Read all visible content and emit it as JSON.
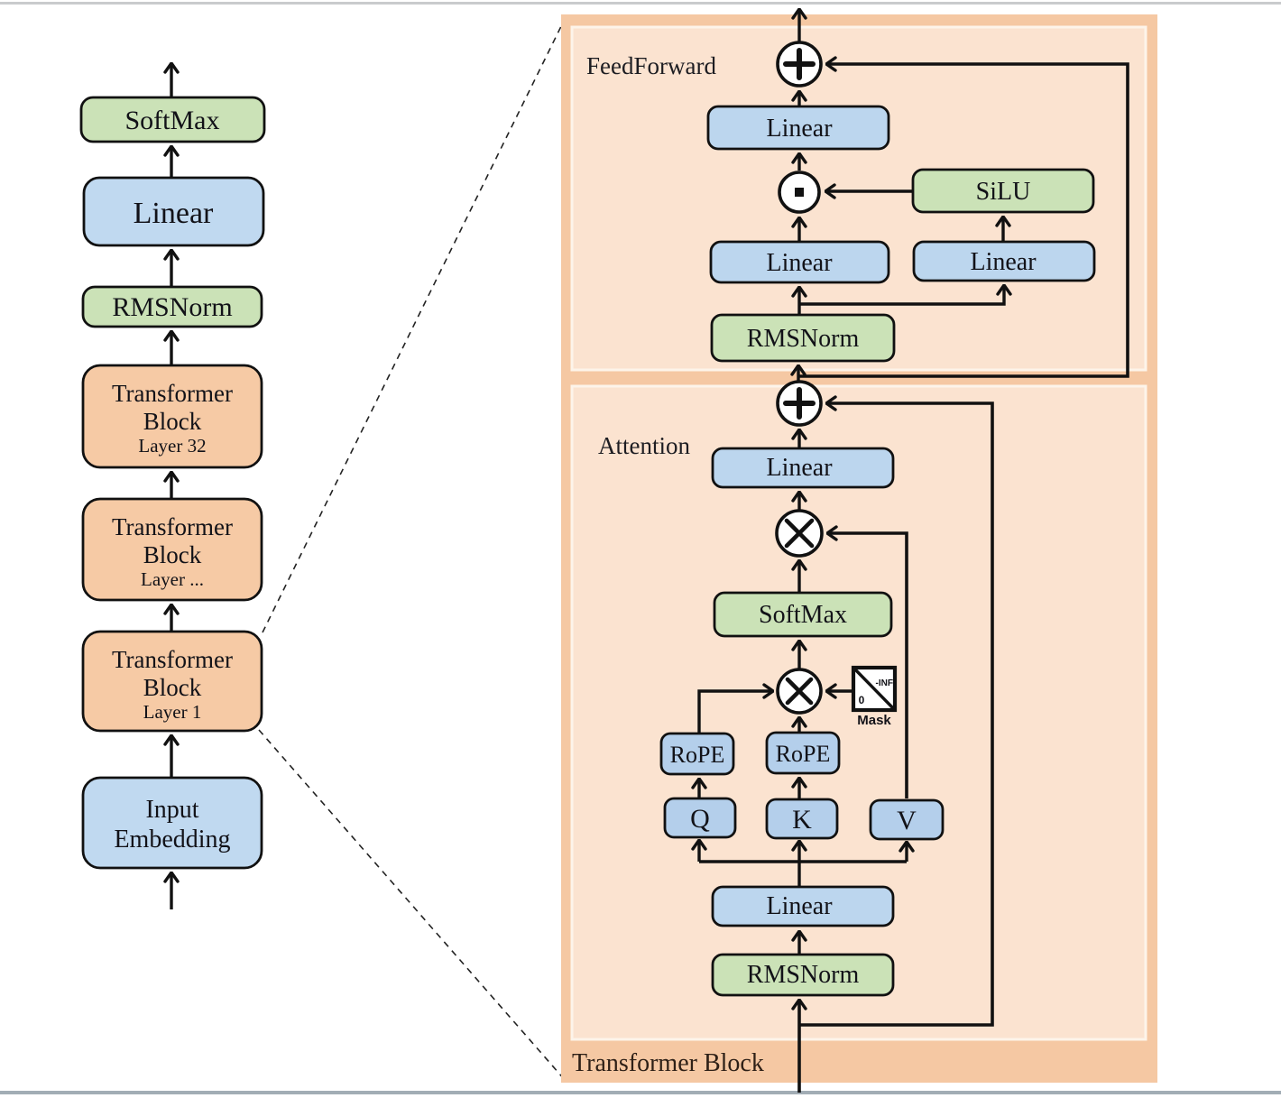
{
  "palette": {
    "page_bg": "#ffffff",
    "border_top": "#c9cbcd",
    "border_bottom": "#a2adb5",
    "panel_orange": "#f5c8a3",
    "panel_inner": "#fbe3d0",
    "panel_inner_edge": "#fdf4ea",
    "box_blue": "#c0d9f0",
    "box_blue_right": "#bcd6ee",
    "box_blue_small": "#b4cfeb",
    "box_green": "#cbe2b7",
    "box_orange": "#f6caa5",
    "node_fill": "#ffffff",
    "line": "#111111"
  },
  "left_column": {
    "softmax": "SoftMax",
    "linear": "Linear",
    "rmsnorm": "RMSNorm",
    "block_top": {
      "line1": "Transformer",
      "line2": "Block",
      "layer": "Layer 32"
    },
    "block_mid": {
      "line1": "Transformer",
      "line2": "Block",
      "layer": "Layer ..."
    },
    "block_bottom": {
      "line1": "Transformer",
      "line2": "Block",
      "layer": "Layer 1"
    },
    "input_embedding": {
      "line1": "Input",
      "line2": "Embedding"
    }
  },
  "right_panel": {
    "title": "Transformer Block",
    "feedforward": {
      "label": "FeedForward",
      "linear_out": "Linear",
      "silu": "SiLU",
      "linear_left": "Linear",
      "linear_right": "Linear",
      "rmsnorm": "RMSNorm"
    },
    "attention": {
      "label": "Attention",
      "linear_out": "Linear",
      "softmax": "SoftMax",
      "mask": {
        "label": "Mask",
        "top_right": "-INF",
        "bottom_left": "0"
      },
      "rope_q": "RoPE",
      "rope_k": "RoPE",
      "q": "Q",
      "k": "K",
      "v": "V",
      "linear_in": "Linear",
      "rmsnorm": "RMSNorm"
    }
  }
}
